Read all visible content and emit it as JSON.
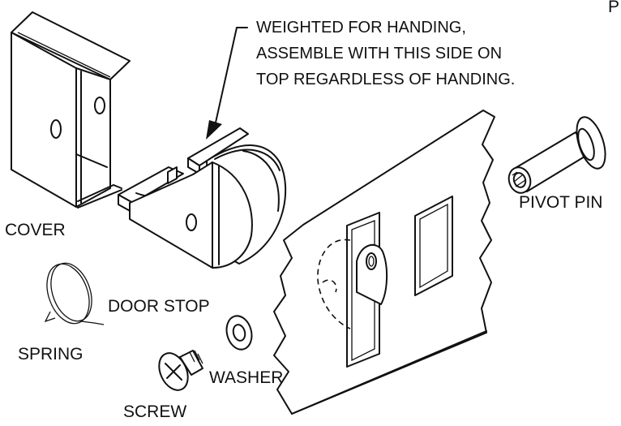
{
  "diagram": {
    "corner_label": "P",
    "note": {
      "line1": "WEIGHTED FOR HANDING,",
      "line2": "ASSEMBLE WITH THIS SIDE ON",
      "line3": "TOP REGARDLESS OF HANDING."
    },
    "parts": {
      "cover": "COVER",
      "door_stop": "DOOR STOP",
      "spring": "SPRING",
      "washer": "WASHER",
      "screw": "SCREW",
      "pivot_pin": "PIVOT PIN"
    }
  }
}
